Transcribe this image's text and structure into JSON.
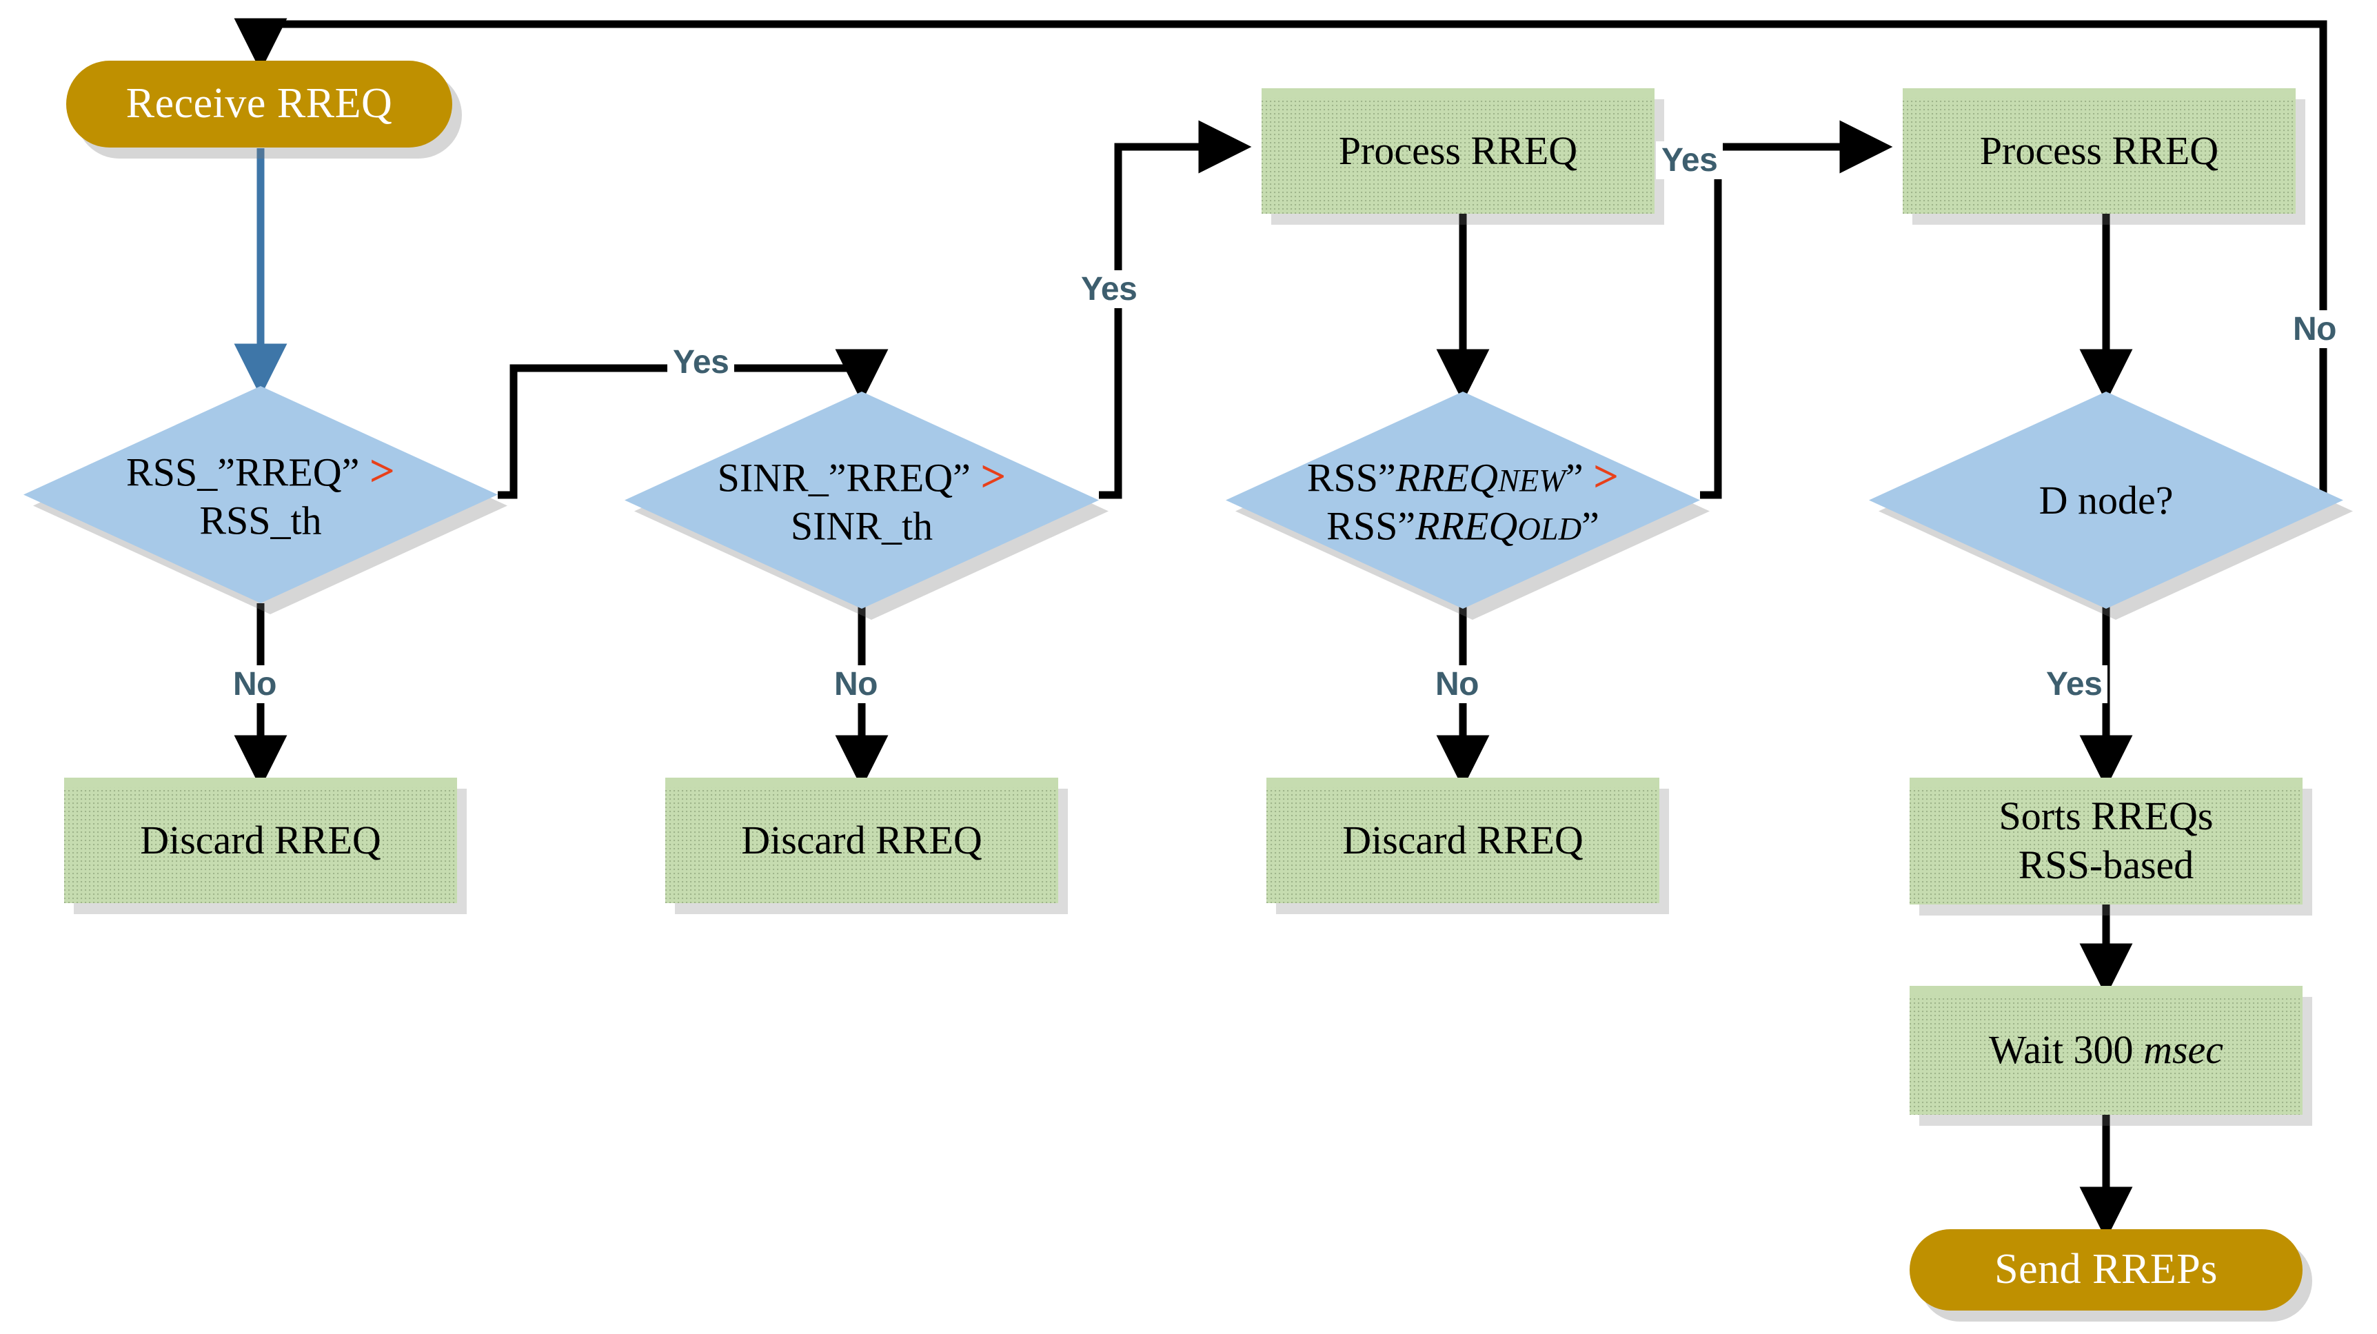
{
  "diagram": {
    "title": "RREQ Processing Flowchart",
    "type": "flowchart",
    "colors": {
      "terminal_fill": "#BF9000",
      "terminal_text": "#FFFFFF",
      "process_fill": "#C6DCB0",
      "decision_fill": "#A7C9E8",
      "edge_line": "#000000",
      "edge_label_text": "#3D5E6E",
      "first_edge_line": "#3E76A8",
      "operator_accent": "#E8401A"
    }
  },
  "nodes": {
    "receive_rreq": {
      "label": "Receive RREQ",
      "shape": "terminal"
    },
    "decision_rss": {
      "shape": "decision",
      "line1_pre": "RSS_”RREQ” ",
      "line1_op": ">",
      "line2": "RSS_th"
    },
    "decision_sinr": {
      "shape": "decision",
      "line1_pre": "SINR_”RREQ” ",
      "line1_op": ">",
      "line2": "SINR_th"
    },
    "decision_rss_compare": {
      "shape": "decision",
      "line1_pre": "RSS”",
      "line1_italic": "RREQ",
      "line1_sub": "NEW",
      "line1_post": "” ",
      "line1_op": ">",
      "line2_pre": "RSS”",
      "line2_italic": "RREQ",
      "line2_sub": "OLD",
      "line2_post": "”"
    },
    "decision_dnode": {
      "shape": "decision",
      "label": "D node?"
    },
    "process_rreq_1": {
      "label": "Process RREQ",
      "shape": "process"
    },
    "process_rreq_2": {
      "label": "Process RREQ",
      "shape": "process"
    },
    "discard_rreq_1": {
      "label": "Discard RREQ",
      "shape": "process"
    },
    "discard_rreq_2": {
      "label": "Discard RREQ",
      "shape": "process"
    },
    "discard_rreq_3": {
      "label": "Discard RREQ",
      "shape": "process"
    },
    "sorts_rreqs": {
      "shape": "process",
      "line1": "Sorts  RREQs",
      "line2": "RSS-based"
    },
    "wait_msec": {
      "shape": "process",
      "line1_pre": "Wait 300 ",
      "line1_italic": "msec"
    },
    "send_rreps": {
      "label": "Send RREPs",
      "shape": "terminal"
    }
  },
  "edge_labels": {
    "yes_rss": "Yes",
    "yes_sinr": "Yes",
    "yes_rss_compare": "Yes",
    "yes_dnode": "Yes",
    "no_rss": "No",
    "no_sinr": "No",
    "no_rss_compare": "No",
    "no_dnode": "No"
  }
}
